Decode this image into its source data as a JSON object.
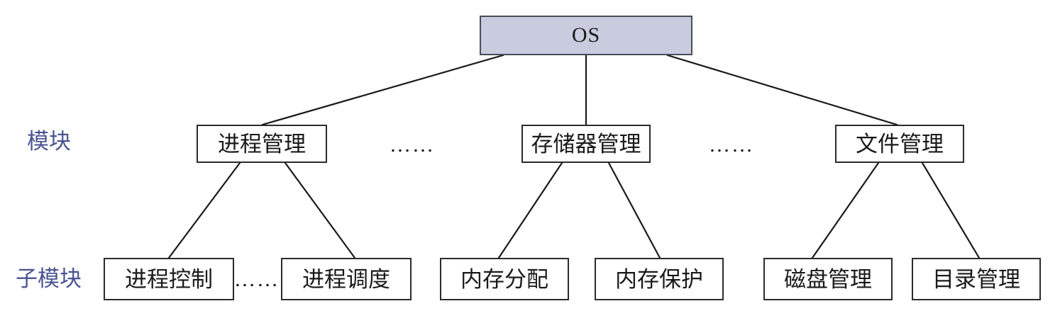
{
  "diagram": {
    "title_node": {
      "label": "OS",
      "fill": "#c9ccdf",
      "stroke": "#4c4c57"
    },
    "row_labels": [
      {
        "name": "module-row-label",
        "text": "模块",
        "color": "#4a5490"
      },
      {
        "name": "submodule-row-label",
        "text": "子模块",
        "color": "#4a5490"
      }
    ],
    "modules": [
      {
        "label": "进程管理"
      },
      {
        "label": "存储器管理"
      },
      {
        "label": "文件管理"
      }
    ],
    "submodules": [
      {
        "label": "进程控制"
      },
      {
        "label": "进程调度"
      },
      {
        "label": "内存分配"
      },
      {
        "label": "内存保护"
      },
      {
        "label": "磁盘管理"
      },
      {
        "label": "目录管理"
      }
    ],
    "ellipses": [
      {
        "name": "module-ellipsis-1",
        "text": "……"
      },
      {
        "name": "module-ellipsis-2",
        "text": "……"
      },
      {
        "name": "submodule-ellipsis-1",
        "text": "……"
      }
    ],
    "edge_color": "#1a1a1a"
  }
}
